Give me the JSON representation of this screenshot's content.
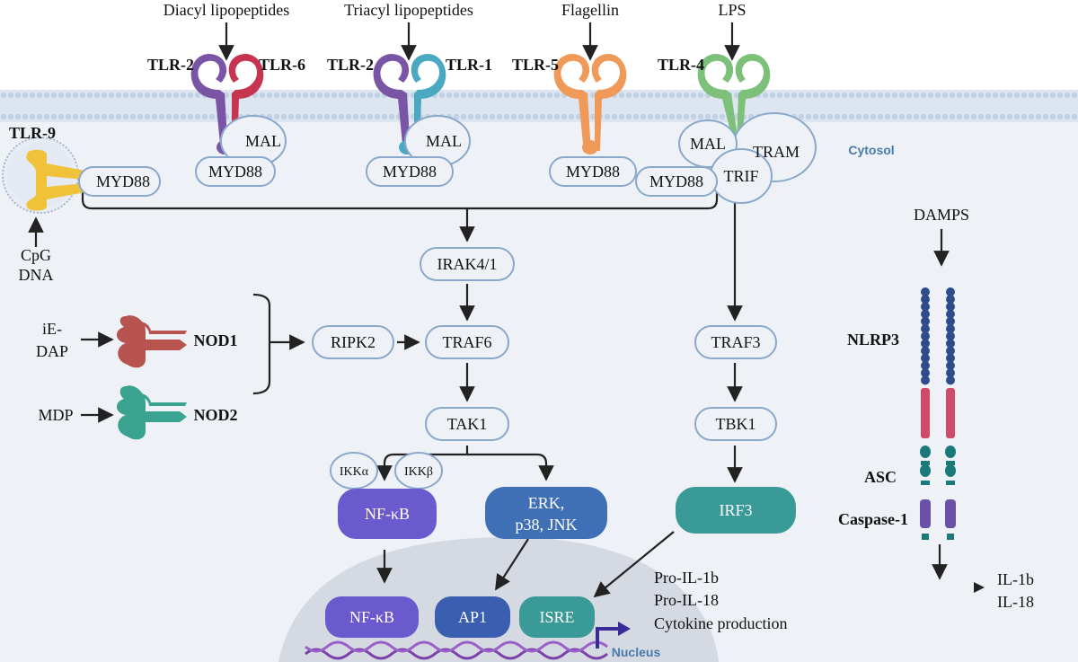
{
  "ligands": {
    "diacyl": "Diacyl lipopeptides",
    "triacyl": "Triacyl lipopeptides",
    "flagellin": "Flagellin",
    "lps": "LPS",
    "cpg": "CpG",
    "dna": "DNA",
    "damps": "DAMPS",
    "iedap_1": "iE-",
    "iedap_2": "DAP",
    "mdp": "MDP"
  },
  "receptors": {
    "tlr2_a": "TLR-2",
    "tlr6": "TLR-6",
    "tlr2_b": "TLR-2",
    "tlr1": "TLR-1",
    "tlr5": "TLR-5",
    "tlr4": "TLR-4",
    "tlr9": "TLR-9",
    "nod1": "NOD1",
    "nod2": "NOD2"
  },
  "adaptors": {
    "mal_1": "MAL",
    "myd88_1": "MYD88",
    "mal_2": "MAL",
    "myd88_2": "MYD88",
    "myd88_3": "MYD88",
    "mal_3": "MAL",
    "tram": "TRAM",
    "trif": "TRIF",
    "myd88_4": "MYD88",
    "myd88_9": "MYD88"
  },
  "signaling": {
    "irak": "IRAK4/1",
    "ripk2": "RIPK2",
    "traf6": "TRAF6",
    "tak1": "TAK1",
    "ikka": "IKKα",
    "ikkb": "IKKβ",
    "nfkb": "NF-κB",
    "erk_1": "ERK,",
    "erk_2": "p38, JNK",
    "traf3": "TRAF3",
    "tbk1": "TBK1",
    "irf3": "IRF3"
  },
  "nucleus": {
    "nfkb": "NF-κB",
    "ap1": "AP1",
    "isre": "ISRE",
    "label": "Nucleus"
  },
  "inflammasome": {
    "nlrp3": "NLRP3",
    "asc": "ASC",
    "caspase": "Caspase-1"
  },
  "outputs": {
    "pro_il1b": "Pro-IL-1b",
    "pro_il18": "Pro-IL-18",
    "cytokine": "Cytokine production",
    "il1b": "IL-1b",
    "il18": "IL-18"
  },
  "compartments": {
    "cytosol": "Cytosol"
  },
  "colors": {
    "cell_bg": "#eef2f7",
    "membrane": "#c9d7e6",
    "node_border": "#8aa8cc",
    "tlr2": "#7b55a5",
    "tlr6": "#c7344f",
    "tlr1": "#4aa8c0",
    "tlr5": "#f09a5a",
    "tlr4": "#7cc07a",
    "tlr9": "#f0c23a",
    "nod1": "#b85450",
    "nod2": "#3aa38f",
    "nfkb": "#6a5acd",
    "erk": "#3f6fb5",
    "irf3": "#3a9a98",
    "ap1": "#3a5fb0",
    "nlrp3_bead": "#2f4c8a",
    "nlrp3_bar": "#d04a6a",
    "asc": "#1a7a7a",
    "caspase": "#6a50a8"
  }
}
